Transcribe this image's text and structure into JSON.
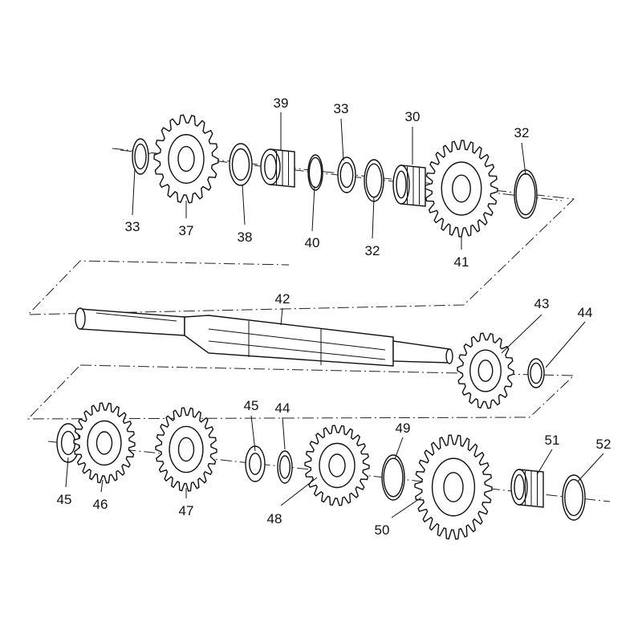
{
  "diagram": {
    "type": "exploded parts diagram",
    "colors": {
      "line": "#111111",
      "background": "#ffffff"
    },
    "labels": {
      "top": [
        "33",
        "37",
        "38",
        "39",
        "40",
        "33",
        "32",
        "30",
        "41",
        "32"
      ],
      "middle": [
        "42",
        "43",
        "44"
      ],
      "bottom": [
        "45",
        "46",
        "47",
        "45",
        "44",
        "48",
        "49",
        "50",
        "51",
        "52"
      ]
    }
  }
}
